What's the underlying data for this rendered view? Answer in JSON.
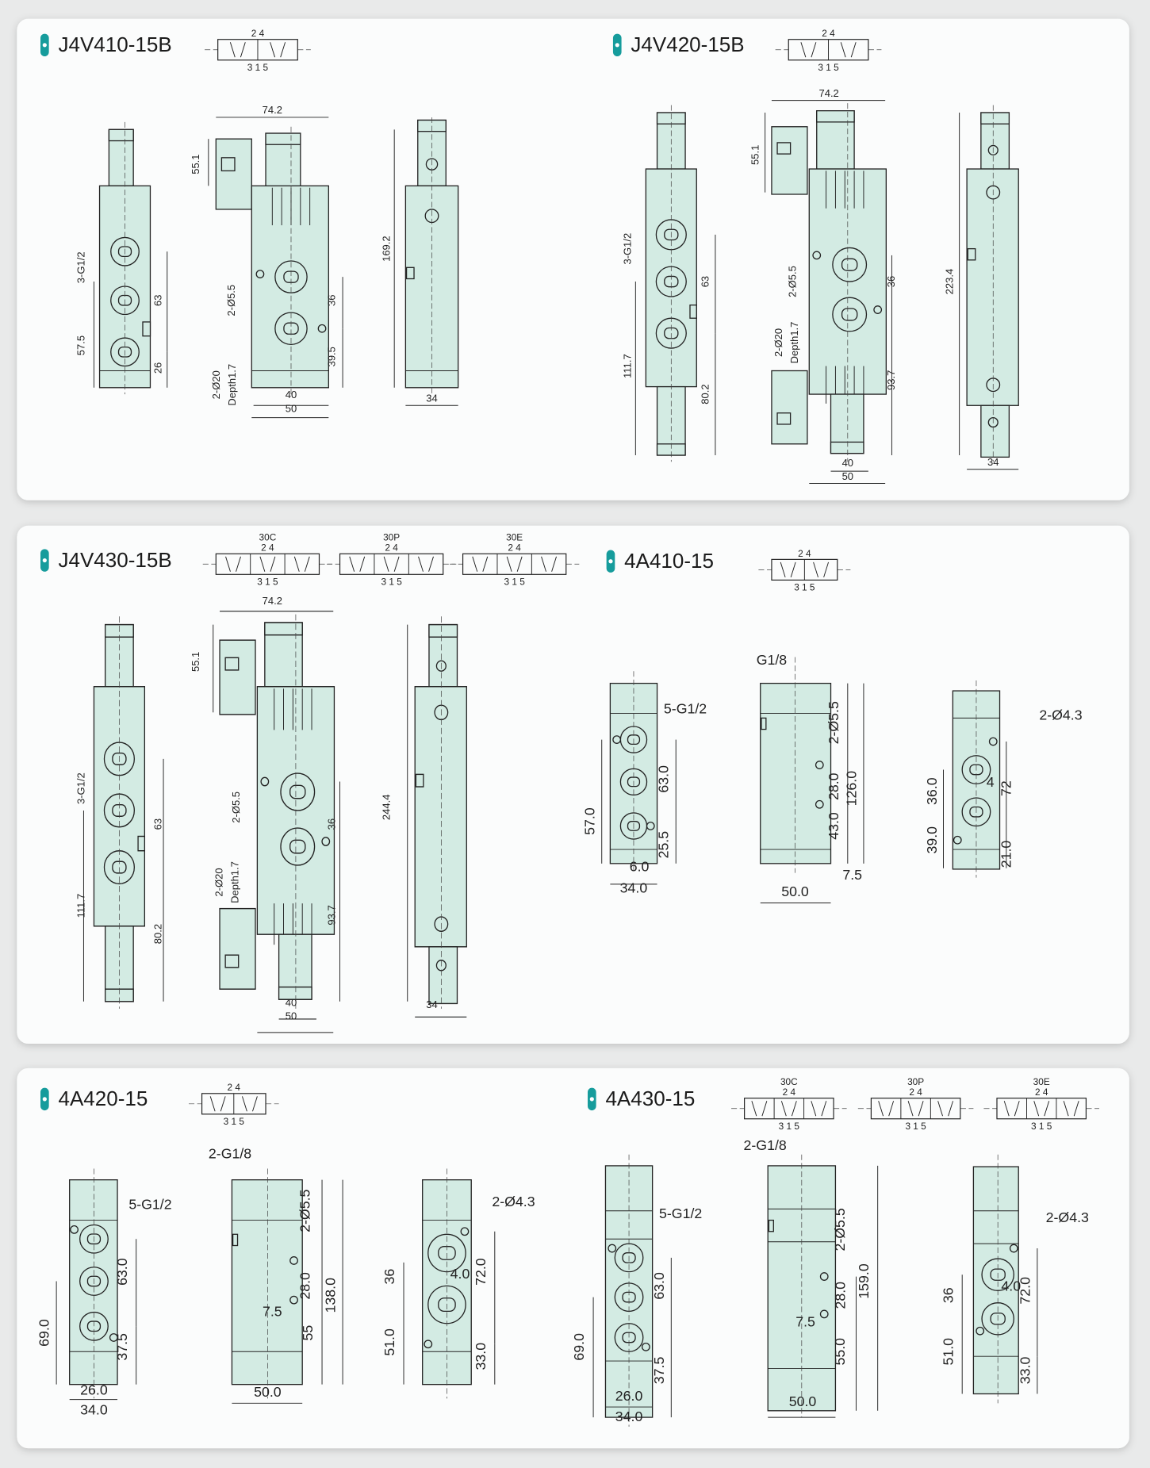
{
  "colors": {
    "accent": "#169c9c",
    "body_fill": "#d3ebe3"
  },
  "models": [
    {
      "title": "J4V410-15B",
      "symbols": [
        {
          "variant": "",
          "top": "2 4",
          "bottom": "3 1 5"
        }
      ],
      "dims": [
        "3-G1/2",
        "57.5",
        "63",
        "26",
        "74.2",
        "55.1",
        "2-Ø5.5",
        "2-Ø20",
        "Depth1.7",
        "36",
        "39.5",
        "40",
        "50",
        "169.2",
        "34"
      ]
    },
    {
      "title": "J4V420-15B",
      "symbols": [
        {
          "variant": "",
          "top": "2 4",
          "bottom": "3 1 5"
        }
      ],
      "dims": [
        "3-G1/2",
        "111.7",
        "63",
        "80.2",
        "74.2",
        "55.1",
        "2-Ø5.5",
        "2-Ø20",
        "Depth1.7",
        "36",
        "93.7",
        "40",
        "50",
        "223.4",
        "34"
      ]
    },
    {
      "title": "J4V430-15B",
      "symbols": [
        {
          "variant": "30C",
          "top": "2 4",
          "bottom": "3 1 5"
        },
        {
          "variant": "30P",
          "top": "2 4",
          "bottom": "3 1 5"
        },
        {
          "variant": "30E",
          "top": "2 4",
          "bottom": "3 1 5"
        }
      ],
      "dims": [
        "3-G1/2",
        "111.7",
        "63",
        "80.2",
        "74.2",
        "55.1",
        "2-Ø5.5",
        "2-Ø20",
        "Depth1.7",
        "36",
        "93.7",
        "40",
        "50",
        "244.4",
        "34"
      ]
    },
    {
      "title": "4A410-15",
      "symbols": [
        {
          "variant": "",
          "top": "2 4",
          "bottom": "3 1 5"
        }
      ],
      "dims": [
        "5-G1/2",
        "57.0",
        "63.0",
        "25.5",
        "6.0",
        "34.0",
        "G1/8",
        "2-Ø5.5",
        "28.0",
        "126.0",
        "43.0",
        "7.5",
        "50.0",
        "2-Ø4.3",
        "36.0",
        "39.0",
        "4",
        "72",
        "21.0"
      ]
    },
    {
      "title": "4A420-15",
      "symbols": [
        {
          "variant": "",
          "top": "2 4",
          "bottom": "3 1 5"
        }
      ],
      "dims": [
        "5-G1/2",
        "69.0",
        "63.0",
        "37.5",
        "26.0",
        "34.0",
        "2-G1/8",
        "2-Ø5.5",
        "28.0",
        "138.0",
        "7.5",
        "55",
        "50.0",
        "2-Ø4.3",
        "36",
        "51.0",
        "4.0",
        "72.0",
        "33.0"
      ]
    },
    {
      "title": "4A430-15",
      "symbols": [
        {
          "variant": "30C",
          "top": "2 4",
          "bottom": "3 1 5"
        },
        {
          "variant": "30P",
          "top": "2 4",
          "bottom": "3 1 5"
        },
        {
          "variant": "30E",
          "top": "2 4",
          "bottom": "3 1 5"
        }
      ],
      "dims": [
        "5-G1/2",
        "69.0",
        "63.0",
        "37.5",
        "26.0",
        "34.0",
        "2-G1/8",
        "2-Ø5.5",
        "28.0",
        "159.0",
        "7.5",
        "55.0",
        "50.0",
        "2-Ø4.3",
        "36",
        "51.0",
        "4.0",
        "72.0",
        "33.0"
      ]
    }
  ]
}
